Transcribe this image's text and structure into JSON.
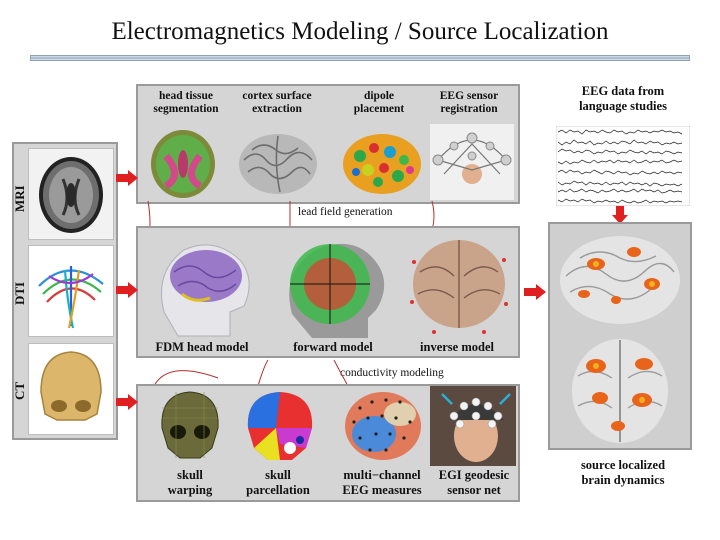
{
  "title": "Electromagnetics Modeling / Source Localization",
  "top_row": [
    "head tissue\nsegmentation",
    "cortex surface\nextraction",
    "dipole\nplacement",
    "EEG sensor\nregistration"
  ],
  "side_labels": [
    "MRI",
    "DTI",
    "CT"
  ],
  "lead_field_label": "lead field generation",
  "middle_row": [
    "FDM head model",
    "forward model",
    "inverse model"
  ],
  "conductivity_label": "conductivity modeling",
  "bottom_row": [
    "skull\nwarping",
    "skull\nparcellation",
    "multi−channel\nEEG measures",
    "EGI geodesic\nsensor net"
  ],
  "eeg_data_label": "EEG data from\nlanguage studies",
  "result_label": "source localized\nbrain dynamics",
  "colors": {
    "arrow": "#e02020",
    "panel": "#d5d5d5",
    "rule": "#9fb2c9"
  }
}
